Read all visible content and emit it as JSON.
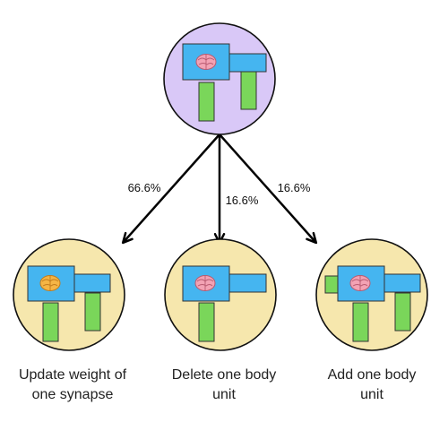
{
  "colors": {
    "root_fill": "#d9c8f7",
    "child_fill": "#f6e7ad",
    "circle_stroke": "#111111",
    "body_blue": "#45b5f0",
    "limb_green": "#7ad65a",
    "brain_pink": "#f3a2b4",
    "brain_orange": "#f5b545",
    "arrow": "#000000"
  },
  "icons": {
    "brain": "brain-icon"
  },
  "edges": {
    "left": {
      "probability": "66.6%"
    },
    "middle": {
      "probability": "16.6%"
    },
    "right": {
      "probability": "16.6%"
    }
  },
  "outcomes": {
    "left": {
      "line1": "Update weight of",
      "line2": "one synapse"
    },
    "middle": {
      "line1": "Delete one body",
      "line2": "unit"
    },
    "right": {
      "line1": "Add one body",
      "line2": "unit"
    }
  }
}
